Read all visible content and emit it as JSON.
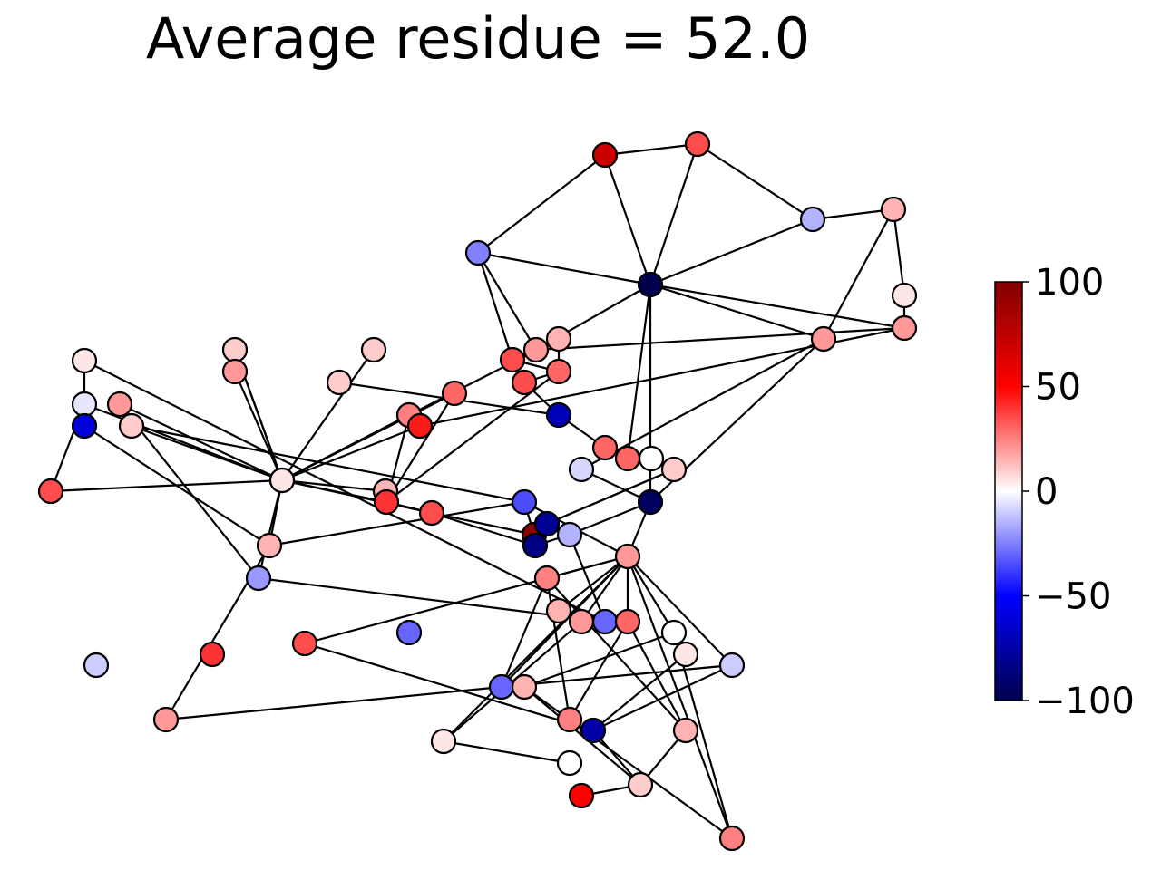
{
  "title": "Average residue = 52.0",
  "colorbar": {
    "min": -100,
    "max": 100,
    "colormap": "seismic",
    "ticks": [
      {
        "value": 100,
        "label": "100"
      },
      {
        "value": 50,
        "label": "50"
      },
      {
        "value": 0,
        "label": "0"
      },
      {
        "value": -50,
        "label": "−50"
      },
      {
        "value": -100,
        "label": "−100"
      }
    ]
  },
  "graph": {
    "nodes": [
      {
        "id": 0,
        "value": 70
      },
      {
        "id": 1,
        "value": 35
      },
      {
        "id": 2,
        "value": -15
      },
      {
        "id": 3,
        "value": 15
      },
      {
        "id": 4,
        "value": 5
      },
      {
        "id": 5,
        "value": -25
      },
      {
        "id": 6,
        "value": -100
      },
      {
        "id": 7,
        "value": 35
      },
      {
        "id": 8,
        "value": 20
      },
      {
        "id": 9,
        "value": 20
      },
      {
        "id": 10,
        "value": 20
      },
      {
        "id": 11,
        "value": 15
      },
      {
        "id": 12,
        "value": 30
      },
      {
        "id": 13,
        "value": 35
      },
      {
        "id": 14,
        "value": 30
      },
      {
        "id": 15,
        "value": 60
      },
      {
        "id": 16,
        "value": 15
      },
      {
        "id": 17,
        "value": -70
      },
      {
        "id": 18,
        "value": 15
      },
      {
        "id": 19,
        "value": 30
      },
      {
        "id": 20,
        "value": 0
      },
      {
        "id": 21,
        "value": 30
      },
      {
        "id": 22,
        "value": 10
      },
      {
        "id": 23,
        "value": -95
      },
      {
        "id": 24,
        "value": -8
      },
      {
        "id": 25,
        "value": 10
      },
      {
        "id": 26,
        "value": 10
      },
      {
        "id": 27,
        "value": 10
      },
      {
        "id": 28,
        "value": 0
      },
      {
        "id": 29,
        "value": 20
      },
      {
        "id": 30,
        "value": 5
      },
      {
        "id": 31,
        "value": 40
      },
      {
        "id": 32,
        "value": 5
      },
      {
        "id": 33,
        "value": 20
      },
      {
        "id": 34,
        "value": -5
      },
      {
        "id": 35,
        "value": -60
      },
      {
        "id": 36,
        "value": 10
      },
      {
        "id": 37,
        "value": 35
      },
      {
        "id": 38,
        "value": 15
      },
      {
        "id": 39,
        "value": 35
      },
      {
        "id": 40,
        "value": 95
      },
      {
        "id": 41,
        "value": -80
      },
      {
        "id": 42,
        "value": -85
      },
      {
        "id": 43,
        "value": -15
      },
      {
        "id": 44,
        "value": -35
      },
      {
        "id": 45,
        "value": 20
      },
      {
        "id": 46,
        "value": 25
      },
      {
        "id": 47,
        "value": 45
      },
      {
        "id": 48,
        "value": -20
      },
      {
        "id": 49,
        "value": -30
      },
      {
        "id": 50,
        "value": -10
      },
      {
        "id": 51,
        "value": 40
      },
      {
        "id": 52,
        "value": 35
      },
      {
        "id": 53,
        "value": 25
      },
      {
        "id": 54,
        "value": 15
      },
      {
        "id": 55,
        "value": -30
      },
      {
        "id": 56,
        "value": 20
      },
      {
        "id": 57,
        "value": 30
      },
      {
        "id": 58,
        "value": 0
      },
      {
        "id": 59,
        "value": 5
      },
      {
        "id": 60,
        "value": -30
      },
      {
        "id": 61,
        "value": -10
      },
      {
        "id": 62,
        "value": 15
      },
      {
        "id": 63,
        "value": 5
      },
      {
        "id": 64,
        "value": 20
      },
      {
        "id": 65,
        "value": 25
      },
      {
        "id": 66,
        "value": -75
      },
      {
        "id": 67,
        "value": 15
      },
      {
        "id": 68,
        "value": 0
      },
      {
        "id": 69,
        "value": 10
      },
      {
        "id": 70,
        "value": 50
      },
      {
        "id": 71,
        "value": 25
      }
    ],
    "edges": [
      [
        0,
        1
      ],
      [
        0,
        5
      ],
      [
        0,
        6
      ],
      [
        1,
        6
      ],
      [
        1,
        2
      ],
      [
        2,
        6
      ],
      [
        2,
        3
      ],
      [
        3,
        4
      ],
      [
        3,
        9
      ],
      [
        6,
        5
      ],
      [
        6,
        9
      ],
      [
        6,
        10
      ],
      [
        6,
        8
      ],
      [
        6,
        23
      ],
      [
        6,
        21
      ],
      [
        5,
        7
      ],
      [
        5,
        8
      ],
      [
        7,
        8
      ],
      [
        8,
        10
      ],
      [
        7,
        11
      ],
      [
        7,
        12
      ],
      [
        11,
        12
      ],
      [
        10,
        47
      ],
      [
        10,
        4
      ],
      [
        11,
        46
      ],
      [
        9,
        24
      ],
      [
        9,
        23
      ],
      [
        23,
        24
      ],
      [
        12,
        13
      ],
      [
        12,
        31
      ],
      [
        46,
        31
      ],
      [
        13,
        17
      ],
      [
        17,
        19
      ],
      [
        17,
        26
      ],
      [
        19,
        20
      ],
      [
        21,
        20
      ],
      [
        20,
        22
      ],
      [
        22,
        41
      ],
      [
        31,
        30
      ],
      [
        31,
        14
      ],
      [
        30,
        14
      ],
      [
        15,
        30
      ],
      [
        16,
        30
      ],
      [
        14,
        30
      ],
      [
        15,
        30
      ],
      [
        16,
        15
      ],
      [
        30,
        18
      ],
      [
        28,
        30
      ],
      [
        29,
        30
      ],
      [
        28,
        27
      ],
      [
        27,
        30
      ],
      [
        30,
        25
      ],
      [
        30,
        33
      ],
      [
        30,
        34
      ],
      [
        30,
        36
      ],
      [
        30,
        37
      ],
      [
        30,
        38
      ],
      [
        30,
        48
      ],
      [
        30,
        39
      ],
      [
        34,
        37
      ],
      [
        39,
        42
      ],
      [
        42,
        40
      ],
      [
        40,
        44
      ],
      [
        38,
        44
      ],
      [
        44,
        36
      ],
      [
        36,
        33
      ],
      [
        33,
        48
      ],
      [
        48,
        55
      ],
      [
        55,
        43
      ],
      [
        55,
        32
      ],
      [
        32,
        35
      ],
      [
        35,
        38
      ],
      [
        38,
        64
      ],
      [
        31,
        39
      ],
      [
        39,
        40
      ],
      [
        40,
        41
      ],
      [
        41,
        22
      ],
      [
        42,
        43
      ],
      [
        43,
        23
      ],
      [
        44,
        45
      ],
      [
        45,
        56
      ],
      [
        45,
        61
      ],
      [
        45,
        52
      ],
      [
        45,
        54
      ],
      [
        45,
        53
      ],
      [
        45,
        63
      ],
      [
        45,
        57
      ],
      [
        45,
        58
      ],
      [
        45,
        71
      ],
      [
        45,
        60
      ],
      [
        45,
        23
      ],
      [
        56,
        63
      ],
      [
        63,
        68
      ],
      [
        61,
        60
      ],
      [
        61,
        66
      ],
      [
        52,
        66
      ],
      [
        60,
        64
      ],
      [
        60,
        53
      ],
      [
        57,
        67
      ],
      [
        53,
        67
      ],
      [
        57,
        65
      ],
      [
        53,
        65
      ],
      [
        58,
        59
      ],
      [
        58,
        62
      ],
      [
        62,
        69
      ],
      [
        69,
        70
      ],
      [
        69,
        67
      ],
      [
        69,
        66
      ],
      [
        62,
        71
      ],
      [
        58,
        71
      ],
      [
        66,
        59
      ]
    ]
  }
}
